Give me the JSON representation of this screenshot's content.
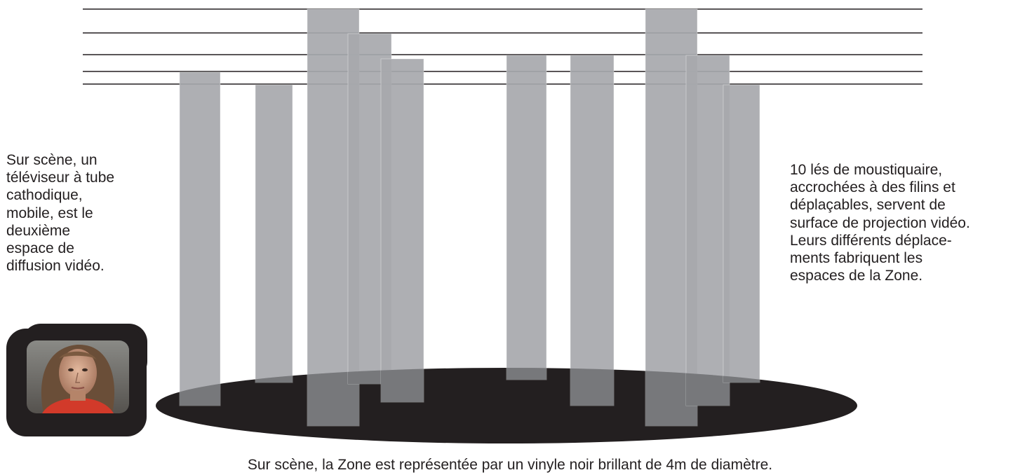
{
  "left_caption": [
    "Sur scène, un",
    "téléviseur à tube",
    "cathodique,",
    "mobile, est le",
    "deuxième",
    "espace de",
    "diffusion vidéo."
  ],
  "right_caption": [
    "10 lés de moustiquaire,",
    "accrochées à des filins et",
    "déplaçables, servent de",
    "surface de projection vidéo.",
    "Leurs différents déplace-",
    "ments fabriquent les",
    "espaces de la Zone."
  ],
  "bottom_caption": "Sur scène, la Zone est représentée par un vinyle noir brillant de 4m de diamètre.",
  "colors": {
    "stage_floor": "#231f20",
    "screen_panel": "#a7a8ac",
    "screen_panel_on_floor": "#77787b",
    "wire": "#231f20",
    "tv_body": "#231f20",
    "face_skin": "#c99a7e",
    "hair": "#6a4e38",
    "shirt": "#d23a2a"
  },
  "icons": {
    "tv": "crt-television-icon",
    "person": "portrait-face-icon"
  }
}
